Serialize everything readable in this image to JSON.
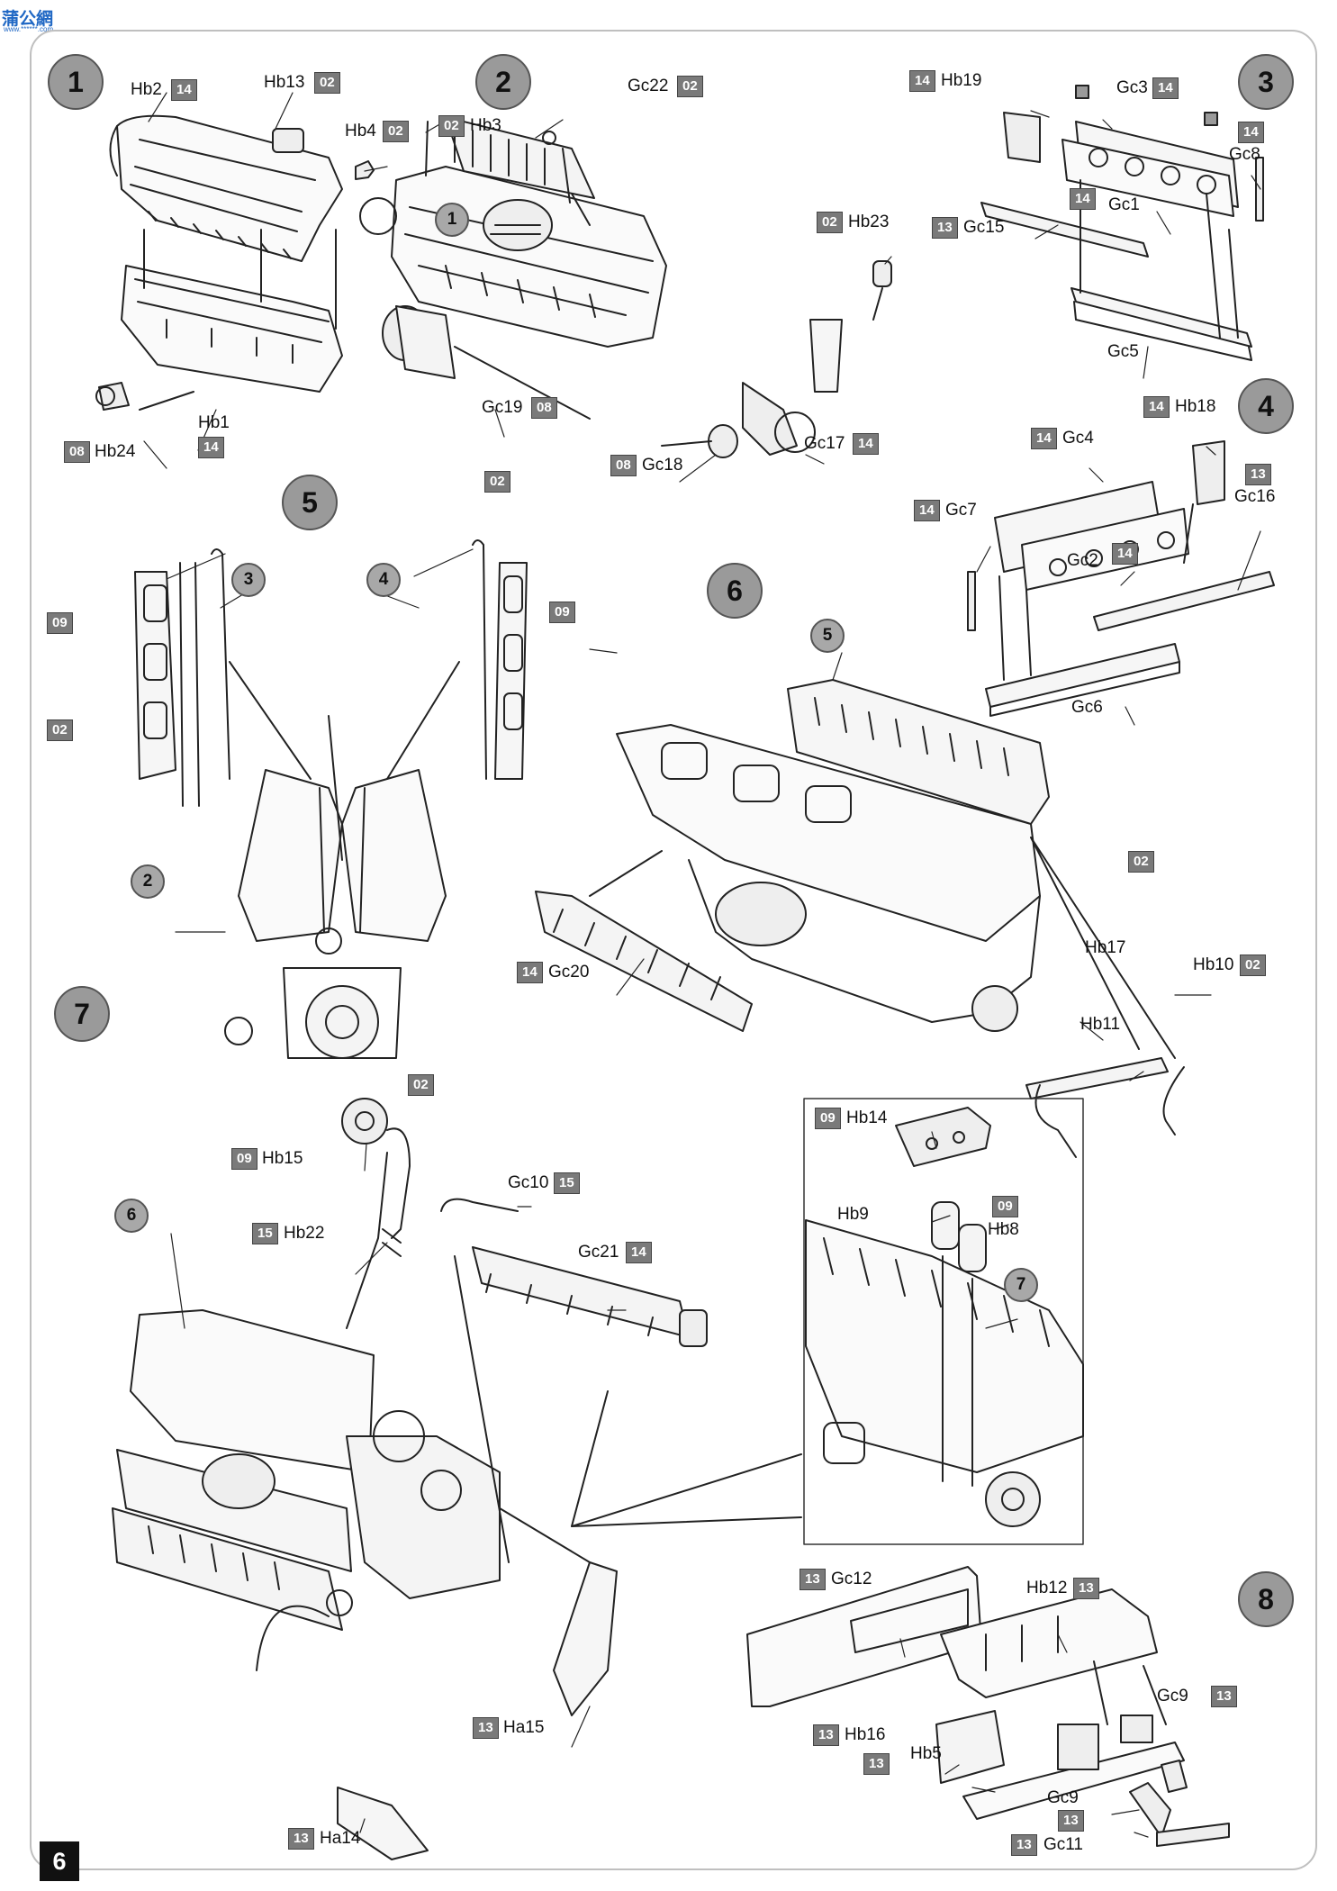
{
  "watermark": {
    "text": "蒲公網",
    "sub": "www.******.com"
  },
  "page_number": "6",
  "steps": {
    "s1": "1",
    "s2": "2",
    "s3": "3",
    "s4": "4",
    "s5": "5",
    "s6": "6",
    "s7": "7",
    "s8": "8"
  },
  "subassembly_refs": {
    "r1": "1",
    "r2": "2",
    "r3": "3",
    "r4": "4",
    "r5": "5",
    "r6a": "6",
    "r7a": "7"
  },
  "parts": {
    "hb2": {
      "name": "Hb2",
      "code": "14"
    },
    "hb13": {
      "name": "Hb13",
      "code": "02"
    },
    "hb4": {
      "name": "Hb4",
      "code": "02"
    },
    "hb1": {
      "name": "Hb1",
      "code": "14"
    },
    "hb24": {
      "name": "Hb24",
      "code": "08"
    },
    "hb3": {
      "name": "Hb3",
      "code": "02"
    },
    "gc22": {
      "name": "Gc22",
      "code": "02"
    },
    "hb23": {
      "name": "Hb23",
      "code": "02"
    },
    "gc19": {
      "name": "Gc19",
      "code": "08"
    },
    "gc18": {
      "name": "Gc18",
      "code": "08"
    },
    "gc17": {
      "name": "Gc17",
      "code": "14"
    },
    "hb19": {
      "name": "Hb19",
      "code": "14"
    },
    "gc3": {
      "name": "Gc3",
      "code": "14"
    },
    "gc8": {
      "name": "Gc8",
      "code": "14"
    },
    "gc1": {
      "name": "Gc1",
      "code": "14"
    },
    "gc15": {
      "name": "Gc15",
      "code": "13"
    },
    "gc5": {
      "name": "Gc5"
    },
    "hb18": {
      "name": "Hb18",
      "code": "14"
    },
    "gc4": {
      "name": "Gc4",
      "code": "14"
    },
    "gc16": {
      "name": "Gc16",
      "code": "13"
    },
    "gc7": {
      "name": "Gc7",
      "code": "14"
    },
    "gc2": {
      "name": "Gc2",
      "code": "14"
    },
    "gc6": {
      "name": "Gc6"
    },
    "p5_top": {
      "code": "02"
    },
    "p5_left09": {
      "code": "09"
    },
    "p5_right09": {
      "code": "09"
    },
    "p5_left02": {
      "code": "02"
    },
    "gc20": {
      "name": "Gc20",
      "code": "14"
    },
    "hb17": {
      "name": "Hb17",
      "code": "02"
    },
    "hb10": {
      "name": "Hb10",
      "code": "02"
    },
    "hb11": {
      "name": "Hb11"
    },
    "p7_top02": {
      "code": "02"
    },
    "hb15": {
      "name": "Hb15",
      "code": "09"
    },
    "gc10": {
      "name": "Gc10",
      "code": "15"
    },
    "hb22": {
      "name": "Hb22",
      "code": "15"
    },
    "gc21": {
      "name": "Gc21",
      "code": "14"
    },
    "ha15": {
      "name": "Ha15",
      "code": "13"
    },
    "ha14": {
      "name": "Ha14",
      "code": "13"
    },
    "hb14": {
      "name": "Hb14",
      "code": "09"
    },
    "hb9": {
      "name": "Hb9"
    },
    "hb8": {
      "name": "Hb8",
      "code": "09"
    },
    "gc12": {
      "name": "Gc12",
      "code": "13"
    },
    "hb12": {
      "name": "Hb12",
      "code": "13"
    },
    "gc9a": {
      "name": "Gc9",
      "code": "13"
    },
    "hb16": {
      "name": "Hb16",
      "code": "13"
    },
    "hb5": {
      "name": "Hb5",
      "code": "13"
    },
    "gc9b": {
      "name": "Gc9",
      "code": "13"
    },
    "gc11": {
      "name": "Gc11",
      "code": "13"
    }
  }
}
